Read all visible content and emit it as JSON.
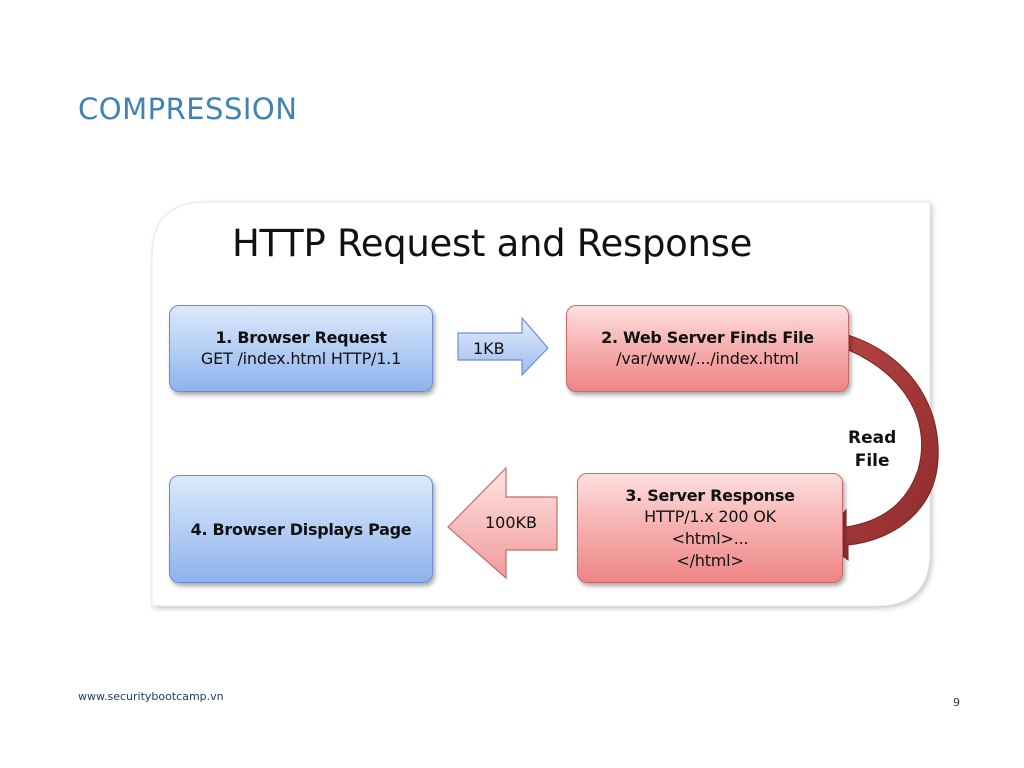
{
  "slide": {
    "title": "COMPRESSION",
    "footer_url": "www.securitybootcamp.vn",
    "page_number": "9"
  },
  "diagram": {
    "title": "HTTP Request and Response",
    "boxes": [
      {
        "head": "1. Browser Request",
        "lines": [
          "GET /index.html HTTP/1.1"
        ]
      },
      {
        "head": "2. Web Server Finds File",
        "lines": [
          "/var/www/.../index.html"
        ]
      },
      {
        "head": "3. Server Response",
        "lines": [
          "HTTP/1.x 200 OK",
          "<html>...",
          "</html>"
        ]
      },
      {
        "head": "4. Browser Displays Page",
        "lines": []
      }
    ],
    "arrow_request_label": "1KB",
    "arrow_response_label": "100KB",
    "read_file_label": [
      "Read",
      "File"
    ],
    "colors": {
      "request_box": "#b9d1f5",
      "server_box": "#f7b3b3",
      "read_arrow": "#a83a3a",
      "title_accent": "#3f82b3"
    }
  }
}
